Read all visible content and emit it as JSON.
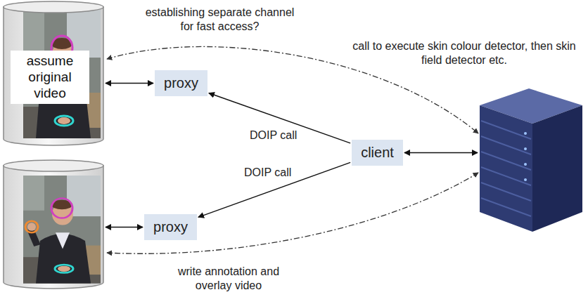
{
  "diagram": {
    "nodes": [
      {
        "text": [
          "assume original video"
        ]
      },
      {
        "text": [
          "proxy"
        ]
      },
      {
        "text": [
          "client"
        ]
      },
      {
        "text": [
          "proxy"
        ]
      }
    ],
    "edges": [
      {
        "from": 0,
        "to": 1,
        "arrow": "both"
      },
      {
        "from": 2,
        "to": 1,
        "label": "DOIP call",
        "arrow": "to"
      },
      {
        "from": 2,
        "to": 3,
        "label": "DOIP call",
        "arrow": "to"
      }
    ],
    "labels": [
      "establishing separate channel for fast access?",
      "call to execute skin colour detector, then skin field detector etc.",
      "write annotation and overlay video"
    ]
  }
}
